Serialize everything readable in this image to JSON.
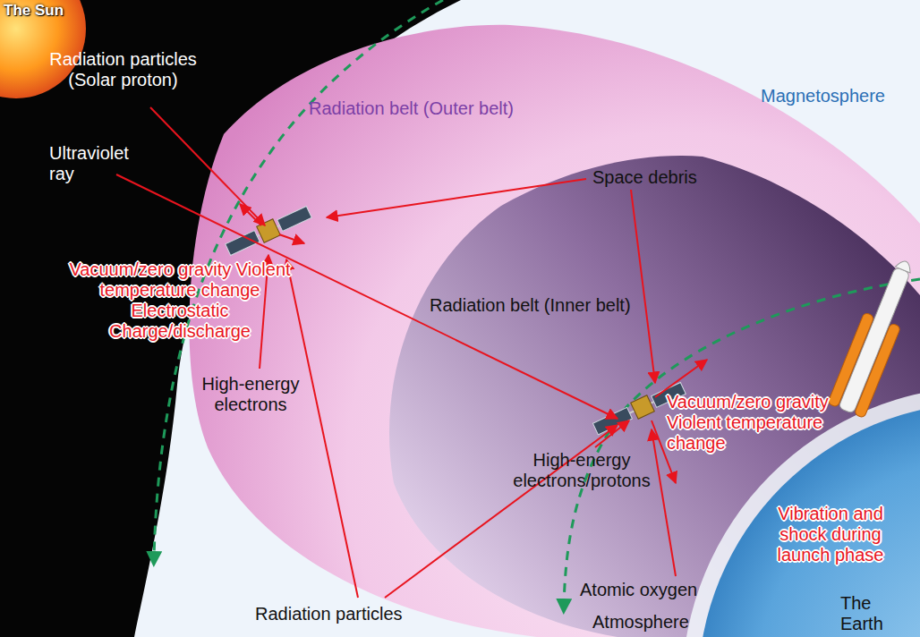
{
  "diagram": {
    "labels": [
      "The Sun",
      "Radiation particles (Solar proton)",
      "Radiation belt (Outer belt)",
      "Magnetosphere",
      "Ultraviolet ray",
      "Space debris",
      "Vacuum/zero gravity Violent temperature change Electrostatic Charge/discharge",
      "Radiation belt (Inner belt)",
      "High-energy electrons",
      "Vacuum/zero gravity Violent temperature change",
      "High-energy electrons/protons",
      "Vibration and shock during launch phase",
      "Atomic oxygen",
      "Radiation particles",
      "Atmosphere",
      "The Earth"
    ]
  }
}
